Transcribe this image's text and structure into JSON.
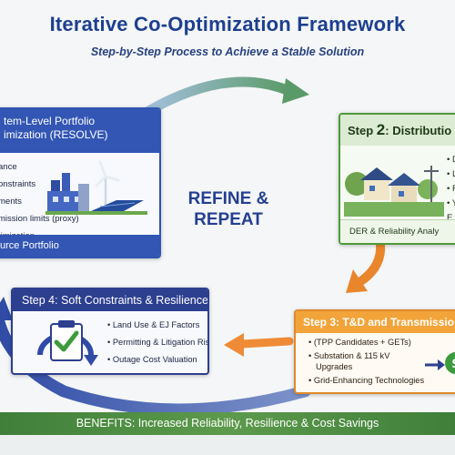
{
  "header": {
    "title": "Iterative Co-Optimization Framework",
    "subtitle": "Step-by-Step Process to Achieve a Stable Solution"
  },
  "center_label": {
    "line1": "REFINE &",
    "line2": "REPEAT"
  },
  "step1": {
    "heading_line1": "tem-Level Portfolio",
    "heading_line2": "imization (RESOLVE)",
    "items": [
      "ance",
      "onstraints",
      "ments",
      "mission limits (proxy)",
      "timization"
    ],
    "footer": "urce Portfolio"
  },
  "step2": {
    "label": "Step",
    "number": "2",
    "name": ": Distributio",
    "items": [
      "• DE",
      "• L",
      "• F",
      "• Y",
      "E"
    ],
    "footer": "DER & Reliability Analy"
  },
  "step3": {
    "heading": "Step 3: T&D and Transmissio",
    "items": [
      "• (TPP Candidates + GETs)",
      "• Substation & 115 kV",
      "Upgrades",
      "• Grid-Enhancing Technologies"
    ]
  },
  "step4": {
    "heading": "Step 4: Soft Constraints & Resilience",
    "items": [
      "• Land Use & EJ Factors",
      "• Permitting & Litigation Risks",
      "• Outage Cost Valuation"
    ]
  },
  "benefits": {
    "text": "BENEFITS: Increased Reliability, Resilience & Cost Savings"
  },
  "colors": {
    "title": "#1d3f8f",
    "step1": "#3356b4",
    "step2": "#4f9a3a",
    "step3": "#f2a43a",
    "step4": "#2d3f8f",
    "benefits": "#4f8d45"
  }
}
